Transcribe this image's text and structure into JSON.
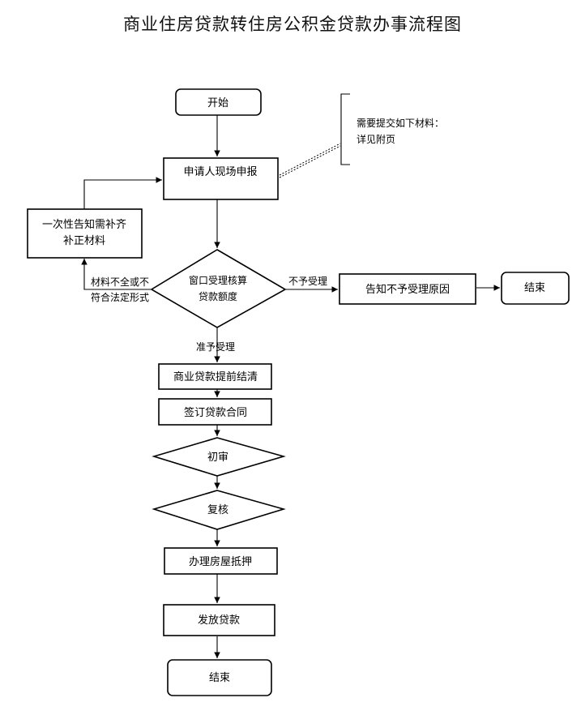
{
  "title": "商业住房贷款转住房公积金贷款办事流程图",
  "nodes": {
    "start": "开始",
    "apply": "申请人现场申报",
    "note_line1": "需要提交如下材料：",
    "note_line2": "详见附页",
    "supplement_line1": "一次性告知需补齐",
    "supplement_line2": "补正材料",
    "review_line1": "窗口受理核算",
    "review_line2": "贷款额度",
    "reject_reason": "告知不予受理原因",
    "end_reject": "结束",
    "repay": "商业贷款提前结清",
    "contract": "签订贷款合同",
    "first_review": "初审",
    "second_review": "复核",
    "mortgage": "办理房屋抵押",
    "disburse": "发放贷款",
    "end": "结束"
  },
  "edge_labels": {
    "incomplete_line1": "材料不全或不",
    "incomplete_line2": "符合法定形式",
    "not_accepted": "不予受理",
    "accepted": "准予受理"
  }
}
